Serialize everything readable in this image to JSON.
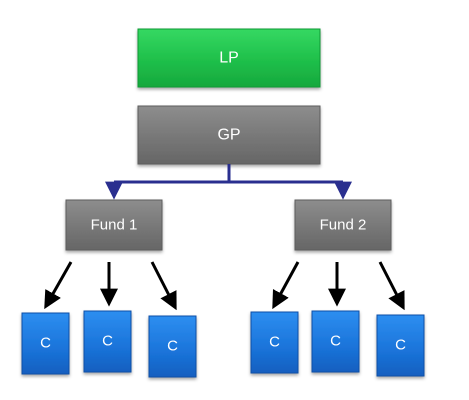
{
  "diagram": {
    "lp": {
      "label": "LP",
      "color": "#1fbf4a"
    },
    "gp": {
      "label": "GP",
      "color": "#7a7a7a"
    },
    "funds": [
      {
        "label": "Fund 1",
        "color": "#7a7a7a"
      },
      {
        "label": "Fund 2",
        "color": "#7a7a7a"
      }
    ],
    "companies": [
      {
        "label": "C"
      },
      {
        "label": "C"
      },
      {
        "label": "C"
      },
      {
        "label": "C"
      },
      {
        "label": "C"
      },
      {
        "label": "C"
      }
    ],
    "colors": {
      "company": "#1a73d9",
      "connector_blue": "#2a2f8f",
      "arrow_black": "#000000"
    }
  }
}
